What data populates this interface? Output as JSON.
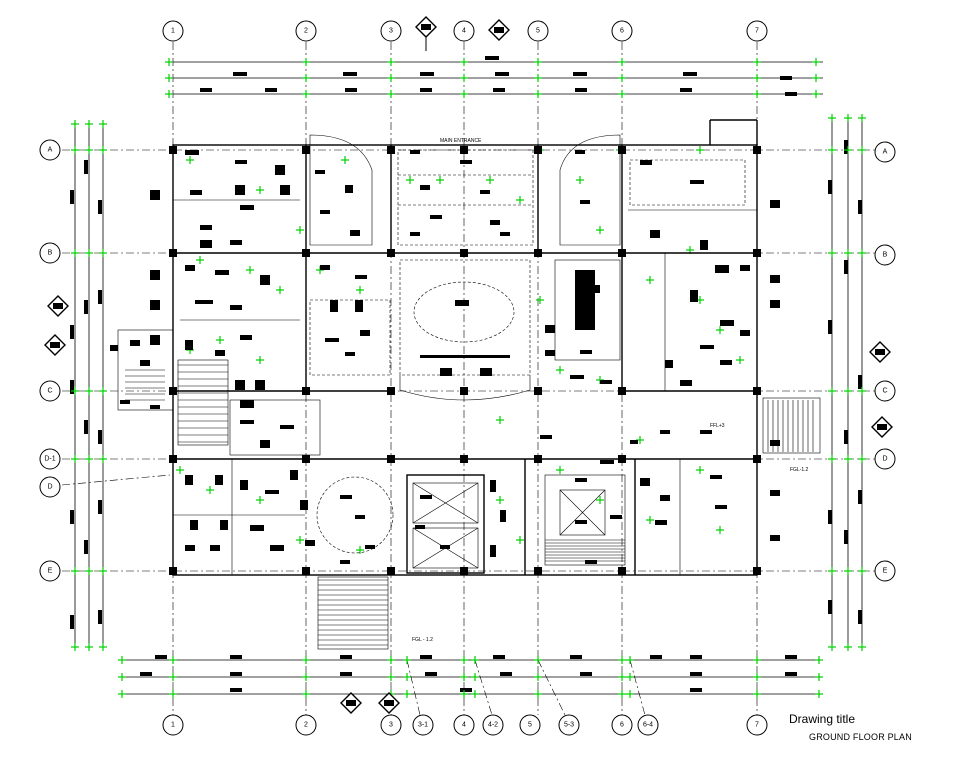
{
  "grid": {
    "columns_top": [
      "1",
      "2",
      "3",
      "4",
      "5",
      "6",
      "7"
    ],
    "columns_bottom": [
      "1",
      "2",
      "3",
      "3-1",
      "4",
      "4-2",
      "5",
      "5-3",
      "6",
      "6-4",
      "7"
    ],
    "rows_left": [
      "A",
      "B",
      "C",
      "D-1",
      "D",
      "E"
    ],
    "rows_right": [
      "A",
      "B",
      "C",
      "D",
      "E"
    ]
  },
  "labels": {
    "main_entrance": "MAIN ENTRANCE",
    "ffl_stair": "FGL - 1.2",
    "ffl_east_1": "FFL+3",
    "ffl_east_2": "FGL-1.2"
  },
  "title_block": {
    "drawing_title": "Drawing title",
    "plan_name": "GROUND FLOOR PLAN"
  }
}
